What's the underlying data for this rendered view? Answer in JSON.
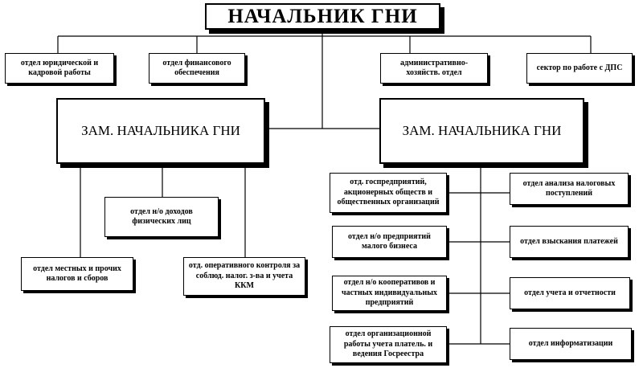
{
  "chief": {
    "title": "НАЧАЛЬНИК ГНИ"
  },
  "chief_departments": [
    "отдел юридической и кадровой работы",
    "отдел финансового обеспечения",
    "административно-хозяйств. отдел",
    "сектор по работе с ДПС"
  ],
  "deputy_left": {
    "title": "ЗАМ. НАЧАЛЬНИКА ГНИ",
    "departments": [
      "отдел н/о доходов физических лиц",
      "отдел местных и прочих налогов и сборов",
      "отд. оперативного контроля за соблюд. налог. з-ва и учета ККМ"
    ]
  },
  "deputy_right": {
    "title": "ЗАМ. НАЧАЛЬНИКА ГНИ",
    "departments_left": [
      "отд. госпредприятий, акционерных обществ и общественных организаций",
      "отдел н/о предприятий малого бизнеса",
      "отдел н/о кооперативов и частных индивидуальных предприятий",
      "отдел организационной работы учета платель. и ведения Госреестра"
    ],
    "departments_right": [
      "отдел анализа налоговых поступлений",
      "отдел взыскания платежей",
      "отдел учета и отчетности",
      "отдел информатизации"
    ]
  }
}
